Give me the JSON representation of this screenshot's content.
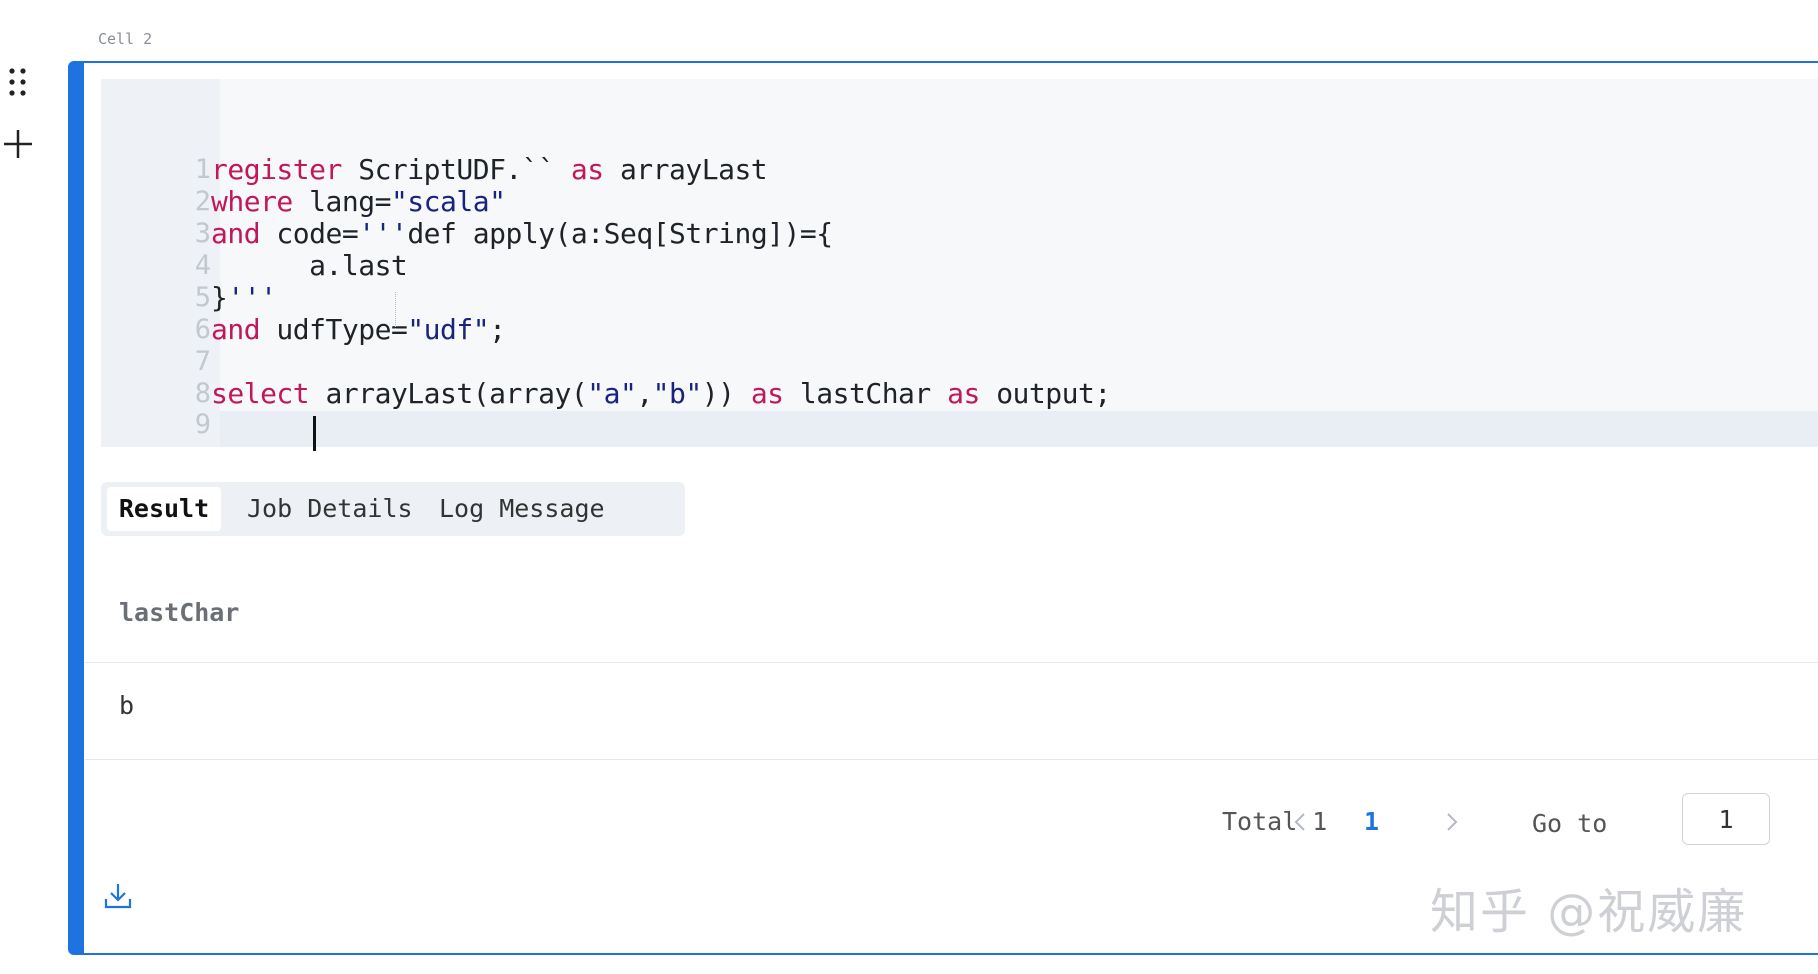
{
  "cell": {
    "label": "Cell 2"
  },
  "editor": {
    "lines": [
      {
        "n": "1",
        "tokens": [
          {
            "t": "register",
            "c": "kw"
          },
          {
            "t": " ScriptUDF.`` ",
            "c": ""
          },
          {
            "t": "as",
            "c": "kw"
          },
          {
            "t": " arrayLast",
            "c": ""
          }
        ]
      },
      {
        "n": "2",
        "tokens": [
          {
            "t": "where",
            "c": "kw"
          },
          {
            "t": " lang=",
            "c": ""
          },
          {
            "t": "\"scala\"",
            "c": "str"
          }
        ]
      },
      {
        "n": "3",
        "tokens": [
          {
            "t": "and",
            "c": "kw"
          },
          {
            "t": " code=",
            "c": ""
          },
          {
            "t": "'''",
            "c": "str"
          },
          {
            "t": "def apply(a:Seq[String])={",
            "c": ""
          }
        ]
      },
      {
        "n": "4",
        "tokens": [
          {
            "t": "      a.last",
            "c": ""
          }
        ]
      },
      {
        "n": "5",
        "tokens": [
          {
            "t": "}",
            "c": ""
          },
          {
            "t": "'''",
            "c": "str"
          }
        ]
      },
      {
        "n": "6",
        "tokens": [
          {
            "t": "and",
            "c": "kw"
          },
          {
            "t": " udfType=",
            "c": ""
          },
          {
            "t": "\"udf\"",
            "c": "str"
          },
          {
            "t": ";",
            "c": ""
          }
        ]
      },
      {
        "n": "7",
        "tokens": []
      },
      {
        "n": "8",
        "tokens": [
          {
            "t": "select",
            "c": "kw"
          },
          {
            "t": " arrayLast(array(",
            "c": ""
          },
          {
            "t": "\"a\"",
            "c": "str"
          },
          {
            "t": ",",
            "c": ""
          },
          {
            "t": "\"b\"",
            "c": "str"
          },
          {
            "t": ")) ",
            "c": ""
          },
          {
            "t": "as",
            "c": "kw"
          },
          {
            "t": " lastChar ",
            "c": ""
          },
          {
            "t": "as",
            "c": "kw"
          },
          {
            "t": " output;",
            "c": ""
          }
        ]
      },
      {
        "n": "9",
        "tokens": []
      }
    ]
  },
  "tabs": {
    "result": "Result",
    "job_details": "Job Details",
    "log_message": "Log Message"
  },
  "table": {
    "columns": [
      "lastChar"
    ],
    "rows": [
      [
        "b"
      ]
    ]
  },
  "pagination": {
    "total": "Total 1",
    "current_page": "1",
    "goto_label": "Go to",
    "goto_value": "1"
  },
  "watermark": "知乎 @祝威廉",
  "colors": {
    "accent": "#1f73e0",
    "keyword": "#c2185b",
    "string": "#1a237e"
  }
}
